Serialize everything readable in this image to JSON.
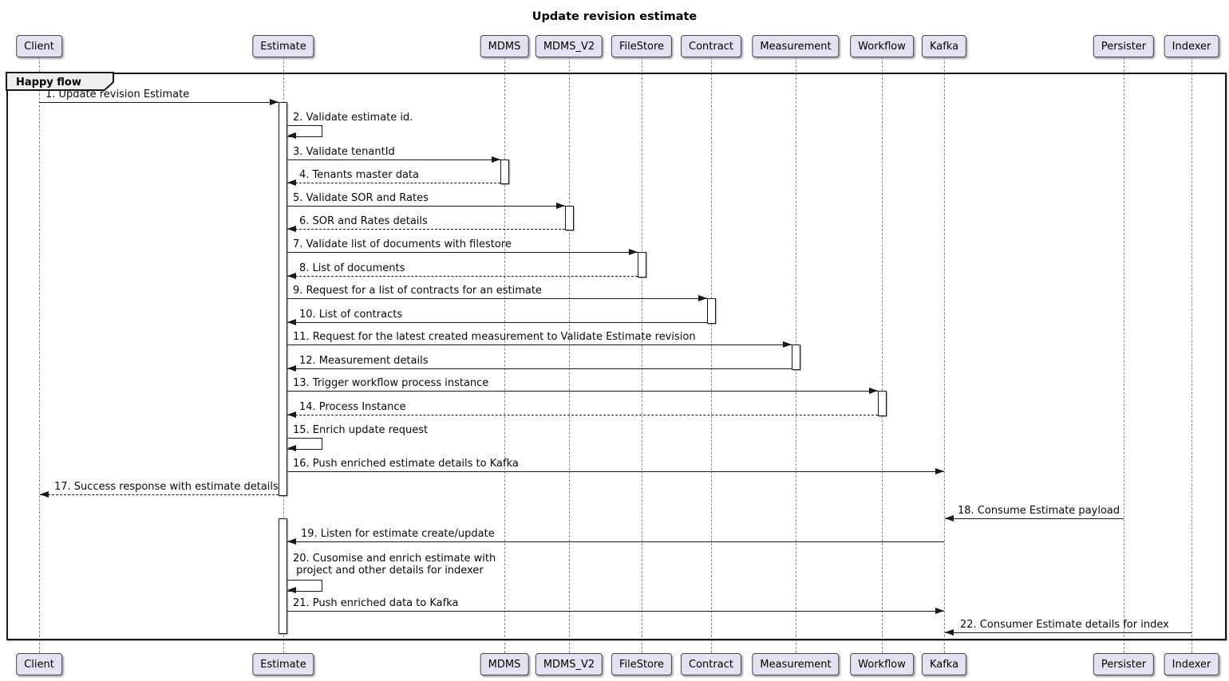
{
  "title": "Update revision estimate",
  "frame_label": "Happy flow",
  "participants": [
    {
      "name": "Client"
    },
    {
      "name": "Estimate"
    },
    {
      "name": "MDMS"
    },
    {
      "name": "MDMS_V2"
    },
    {
      "name": "FileStore"
    },
    {
      "name": "Contract"
    },
    {
      "name": "Measurement"
    },
    {
      "name": "Workflow"
    },
    {
      "name": "Kafka"
    },
    {
      "name": "Persister"
    },
    {
      "name": "Indexer"
    }
  ],
  "messages": [
    {
      "label": "1. Update revision Estimate",
      "from": "Client",
      "to": "Estimate",
      "line": "solid"
    },
    {
      "label": "2. Validate estimate id.",
      "from": "Estimate",
      "to": "Estimate",
      "line": "solid"
    },
    {
      "label": "3. Validate tenantId",
      "from": "Estimate",
      "to": "MDMS",
      "line": "solid"
    },
    {
      "label": "4. Tenants master data",
      "from": "MDMS",
      "to": "Estimate",
      "line": "dashed"
    },
    {
      "label": "5. Validate SOR and Rates",
      "from": "Estimate",
      "to": "MDMS_V2",
      "line": "solid"
    },
    {
      "label": "6. SOR and Rates details",
      "from": "MDMS_V2",
      "to": "Estimate",
      "line": "dashed"
    },
    {
      "label": "7. Validate list of documents with filestore",
      "from": "Estimate",
      "to": "FileStore",
      "line": "solid"
    },
    {
      "label": "8. List of documents",
      "from": "FileStore",
      "to": "Estimate",
      "line": "dashed"
    },
    {
      "label": "9. Request for a list of contracts for an estimate",
      "from": "Estimate",
      "to": "Contract",
      "line": "solid"
    },
    {
      "label": "10. List of contracts",
      "from": "Contract",
      "to": "Estimate",
      "line": "solid"
    },
    {
      "label": "11. Request for the latest created measurement to Validate Estimate revision",
      "from": "Estimate",
      "to": "Measurement",
      "line": "solid"
    },
    {
      "label": "12. Measurement details",
      "from": "Measurement",
      "to": "Estimate",
      "line": "solid"
    },
    {
      "label": "13. Trigger workflow process instance",
      "from": "Estimate",
      "to": "Workflow",
      "line": "solid"
    },
    {
      "label": "14. Process Instance",
      "from": "Workflow",
      "to": "Estimate",
      "line": "dashed"
    },
    {
      "label": "15. Enrich update request",
      "from": "Estimate",
      "to": "Estimate",
      "line": "solid"
    },
    {
      "label": "16. Push enriched estimate details to Kafka",
      "from": "Estimate",
      "to": "Kafka",
      "line": "solid"
    },
    {
      "label": "17. Success response with estimate details",
      "from": "Estimate",
      "to": "Client",
      "line": "dashed"
    },
    {
      "label": "18. Consume Estimate payload",
      "from": "Persister",
      "to": "Kafka",
      "line": "solid"
    },
    {
      "label": "19. Listen for estimate create/update",
      "from": "Kafka",
      "to": "Estimate",
      "line": "solid"
    },
    {
      "label": "20. Cusomise and enrich estimate with\n project and other details for indexer",
      "from": "Estimate",
      "to": "Estimate",
      "line": "solid"
    },
    {
      "label": "21. Push enriched data to Kafka",
      "from": "Estimate",
      "to": "Kafka",
      "line": "solid"
    },
    {
      "label": "22. Consumer Estimate details for index",
      "from": "Indexer",
      "to": "Kafka",
      "line": "solid"
    }
  ],
  "colors": {
    "participant_fill": "#E2E2F0",
    "border": "#181818",
    "lifeline": "#8A8A8A",
    "frame_label_fill": "#EEEEEE",
    "background": "#FFFFFF"
  }
}
